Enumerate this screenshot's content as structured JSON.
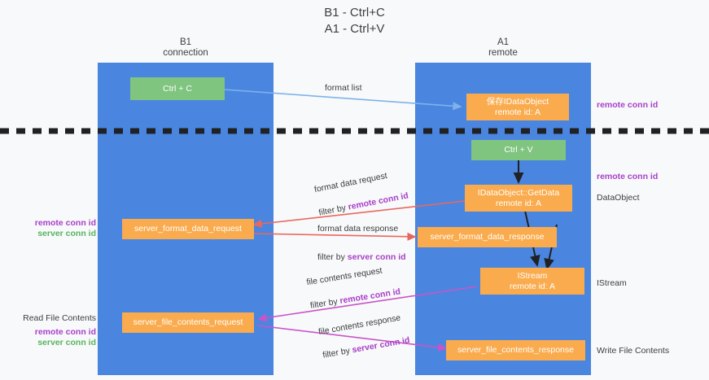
{
  "title": "B1 - Ctrl+C\nA1 - Ctrl+V",
  "columns": {
    "left": "B1\nconnection",
    "right": "A1\nremote"
  },
  "boxes": {
    "ctrl_c": "Ctrl + C",
    "ctrl_v": "Ctrl + V",
    "idataobject": "保存IDataObject\nremote id: A",
    "idataobject_getdata": "IDataObject::GetData\nremote id: A",
    "istream": "IStream\nremote id: A",
    "server_format_data_request": "server_format_data_request",
    "server_format_data_response": "server_format_data_response",
    "server_file_contents_request": "server_file_contents_request",
    "server_file_contents_response": "server_file_contents_response"
  },
  "edge_labels": {
    "format_list": "format list",
    "format_data_request": "format data request",
    "format_data_request_filter_prefix": "filter by ",
    "format_data_request_filter_key": "remote conn id",
    "format_data_response": "format data response",
    "format_data_response_filter_prefix": "filter by ",
    "format_data_response_filter_key": "server conn id",
    "file_contents_request": "file contents request",
    "file_contents_request_filter_prefix": "filter by ",
    "file_contents_request_filter_key": "remote conn id",
    "file_contents_response": "file contents response",
    "file_contents_response_filter_prefix": "filter by ",
    "file_contents_response_filter_key": "server conn id"
  },
  "annotations": {
    "left_conn_remote": "remote conn id",
    "left_conn_server": "server conn id",
    "read_file_contents": "Read File Contents",
    "left_conn_remote_2": "remote conn id",
    "left_conn_server_2": "server conn id",
    "right_remote_top": "remote conn id",
    "right_remote_mid": "remote conn id",
    "right_dataobject": "DataObject",
    "right_istream": "IStream",
    "right_write_file_contents": "Write File Contents"
  },
  "colors": {
    "lane": "#4a86e0",
    "green_box": "#7fc47f",
    "orange_box": "#f9ab4e",
    "purple_text": "#a83fc8",
    "green_text": "#57b45f",
    "red_arrow": "#e8685f",
    "magenta_arrow": "#c855c8",
    "blue_arrow": "#7fb2ea",
    "divider": "#202124",
    "background": "#f8f9fa"
  }
}
